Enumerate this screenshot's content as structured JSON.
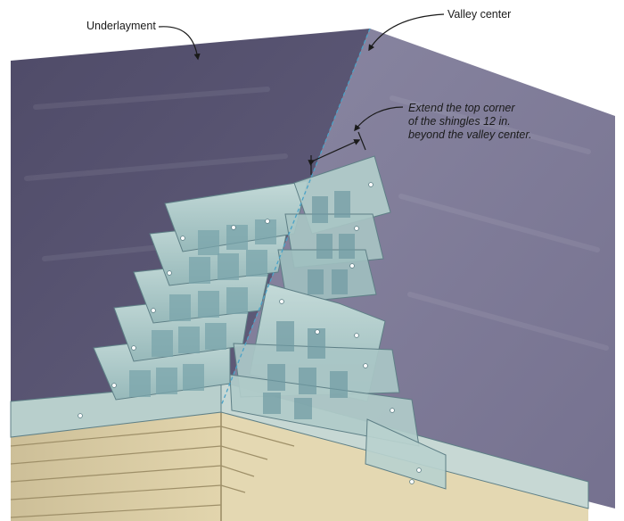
{
  "labels": {
    "underlayment": "Underlayment",
    "valley_center": "Valley center",
    "extend_note": [
      "Extend the top corner",
      "of the shingles 12 in.",
      "beyond the valley center."
    ]
  },
  "colors": {
    "underlayment_left": "#5b5775",
    "underlayment_right": "#7f7b98",
    "shingle_fill": "#a9c7c6",
    "shingle_dark": "#6f9aa3",
    "shingle_edge": "#5e7f86",
    "valley_line": "#4aa3c8",
    "siding": "#dccfa8",
    "siding_line": "#9e8f68",
    "fascia": "#eee3c2"
  }
}
